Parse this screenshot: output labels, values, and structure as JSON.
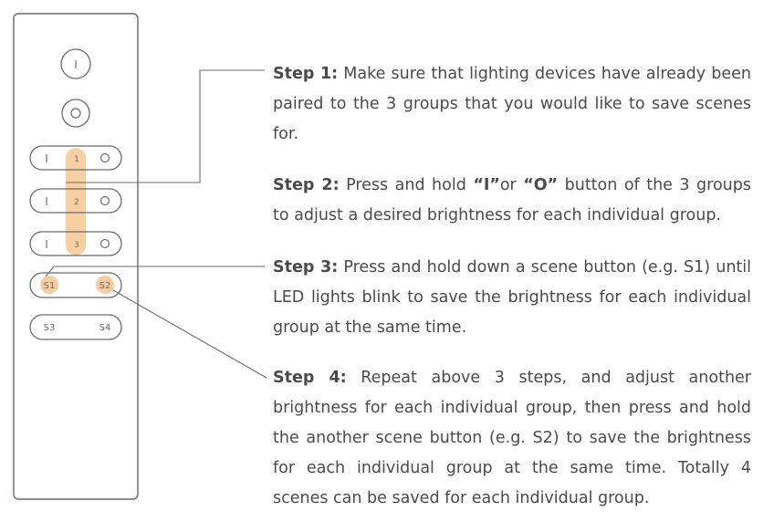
{
  "remote": {
    "on_label": "I",
    "off_label": "O",
    "groups": [
      {
        "number": "1",
        "on": "I",
        "off": "O"
      },
      {
        "number": "2",
        "on": "I",
        "off": "O"
      },
      {
        "number": "3",
        "on": "I",
        "off": "O"
      }
    ],
    "scene_row_1": [
      "S1",
      "S2"
    ],
    "scene_row_2": [
      "S3",
      "S4"
    ],
    "highlight_color": "#f6c892"
  },
  "steps": [
    {
      "label": "Step 1:",
      "text": " Make sure that lighting devices have already been paired to the 3 groups that you would like to save scenes for."
    },
    {
      "label": "Step 2:",
      "text_a": " Press and hold ",
      "key_on": "“I”",
      "text_b": "or ",
      "key_off": "“O”",
      "text_c": " button of the 3 groups to adjust a desired brightness for each individual group."
    },
    {
      "label": "Step 3:",
      "text": " Press and hold down a scene button (e.g. S1) until LED lights blink to save the brightness for each individual group at the same time."
    },
    {
      "label": "Step 4:",
      "text": " Repeat above 3 steps, and adjust another brightness for each individual group, then press and hold the another scene button (e.g. S2) to save the brightness for each individual group at the same time. Totally 4 scenes can be saved for each individual group."
    }
  ]
}
